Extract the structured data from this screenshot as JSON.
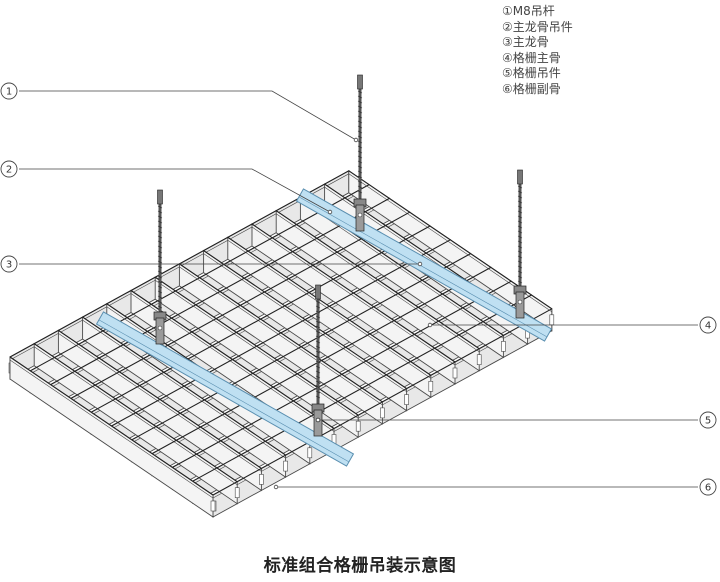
{
  "legend": [
    "①M8吊杆",
    "②主龙骨吊件",
    "③主龙骨",
    "④格栅主骨",
    "⑤格栅吊件",
    "⑥格栅副骨"
  ],
  "callouts": [
    "1",
    "2",
    "3",
    "4",
    "5",
    "6"
  ],
  "caption": "标准组合格栅吊装示意图",
  "colors": {
    "grid_line": "#4a4a4a",
    "grid_face": "#e8e8e8",
    "main_channel": "#bfe0f2",
    "main_channel_edge": "#5a8fb0",
    "rod": "#555555"
  }
}
